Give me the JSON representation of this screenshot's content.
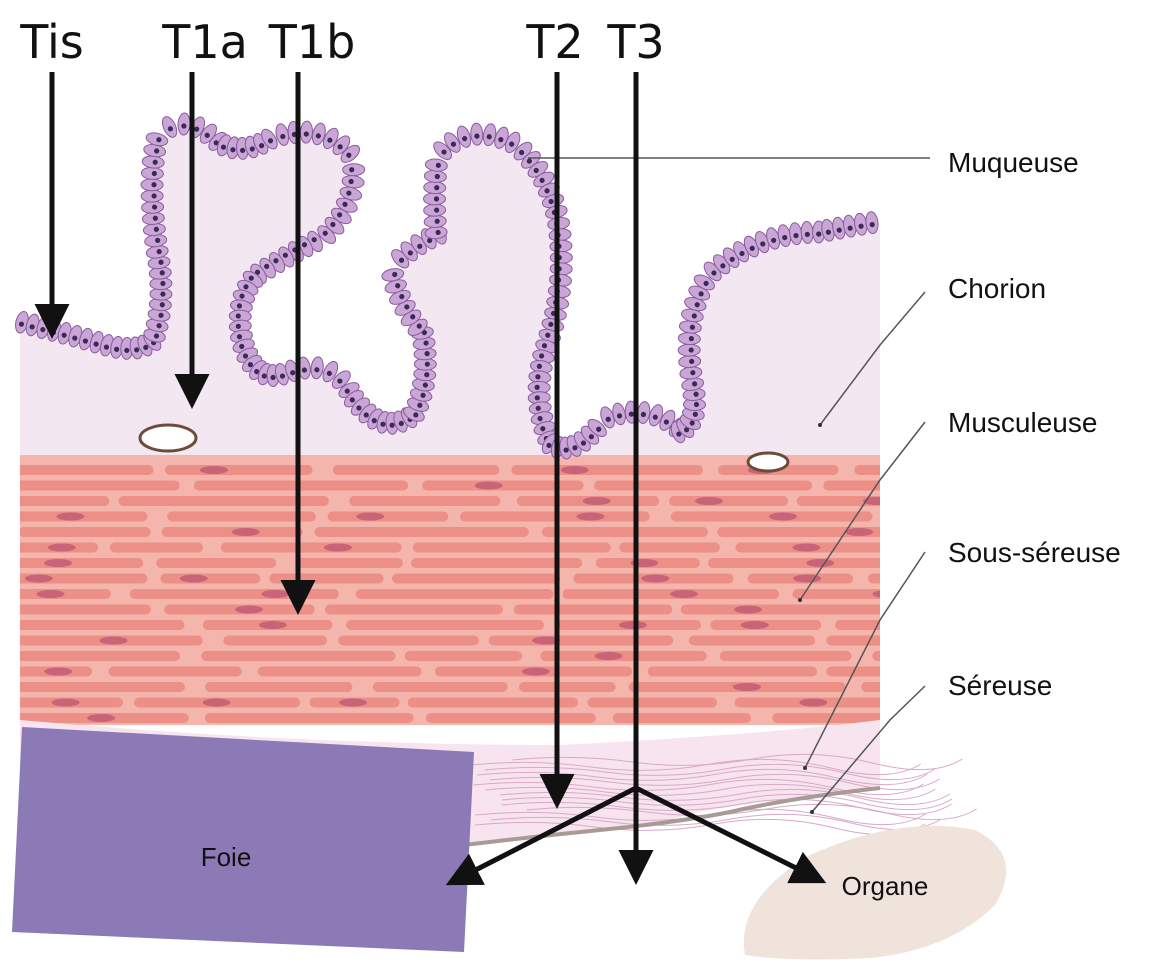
{
  "stages": [
    {
      "id": "tis",
      "label": "Tis"
    },
    {
      "id": "t1a",
      "label": "T1a"
    },
    {
      "id": "t1b",
      "label": "T1b"
    },
    {
      "id": "t2",
      "label": "T2"
    },
    {
      "id": "t3",
      "label": "T3"
    }
  ],
  "layers": [
    {
      "id": "muqueuse",
      "label": "Muqueuse"
    },
    {
      "id": "chorion",
      "label": "Chorion"
    },
    {
      "id": "musculeuse",
      "label": "Musculeuse"
    },
    {
      "id": "sous-sereuse",
      "label": "Sous-séreuse"
    },
    {
      "id": "sereuse",
      "label": "Séreuse"
    }
  ],
  "organs": {
    "liver": {
      "label": "Foie"
    },
    "organ": {
      "label": "Organe"
    }
  },
  "colors": {
    "epithelium": "#c9a6d6",
    "epithelium_outline": "#8a5a9e",
    "nucleus": "#3b2a55",
    "chorion": "#f3e7f1",
    "muscle_band": "#f4b5ad",
    "muscle_fiber": "#ec8f86",
    "muscle_nucleus": "#c96478",
    "subserosa": "#f7e4ee",
    "serosa": "#a89a94",
    "liver": "#8b7ab5",
    "organ": "#efe3dc",
    "arrow": "#111111",
    "leader_line": "#555555"
  },
  "icons": {
    "arrow": "arrow-down-icon"
  }
}
